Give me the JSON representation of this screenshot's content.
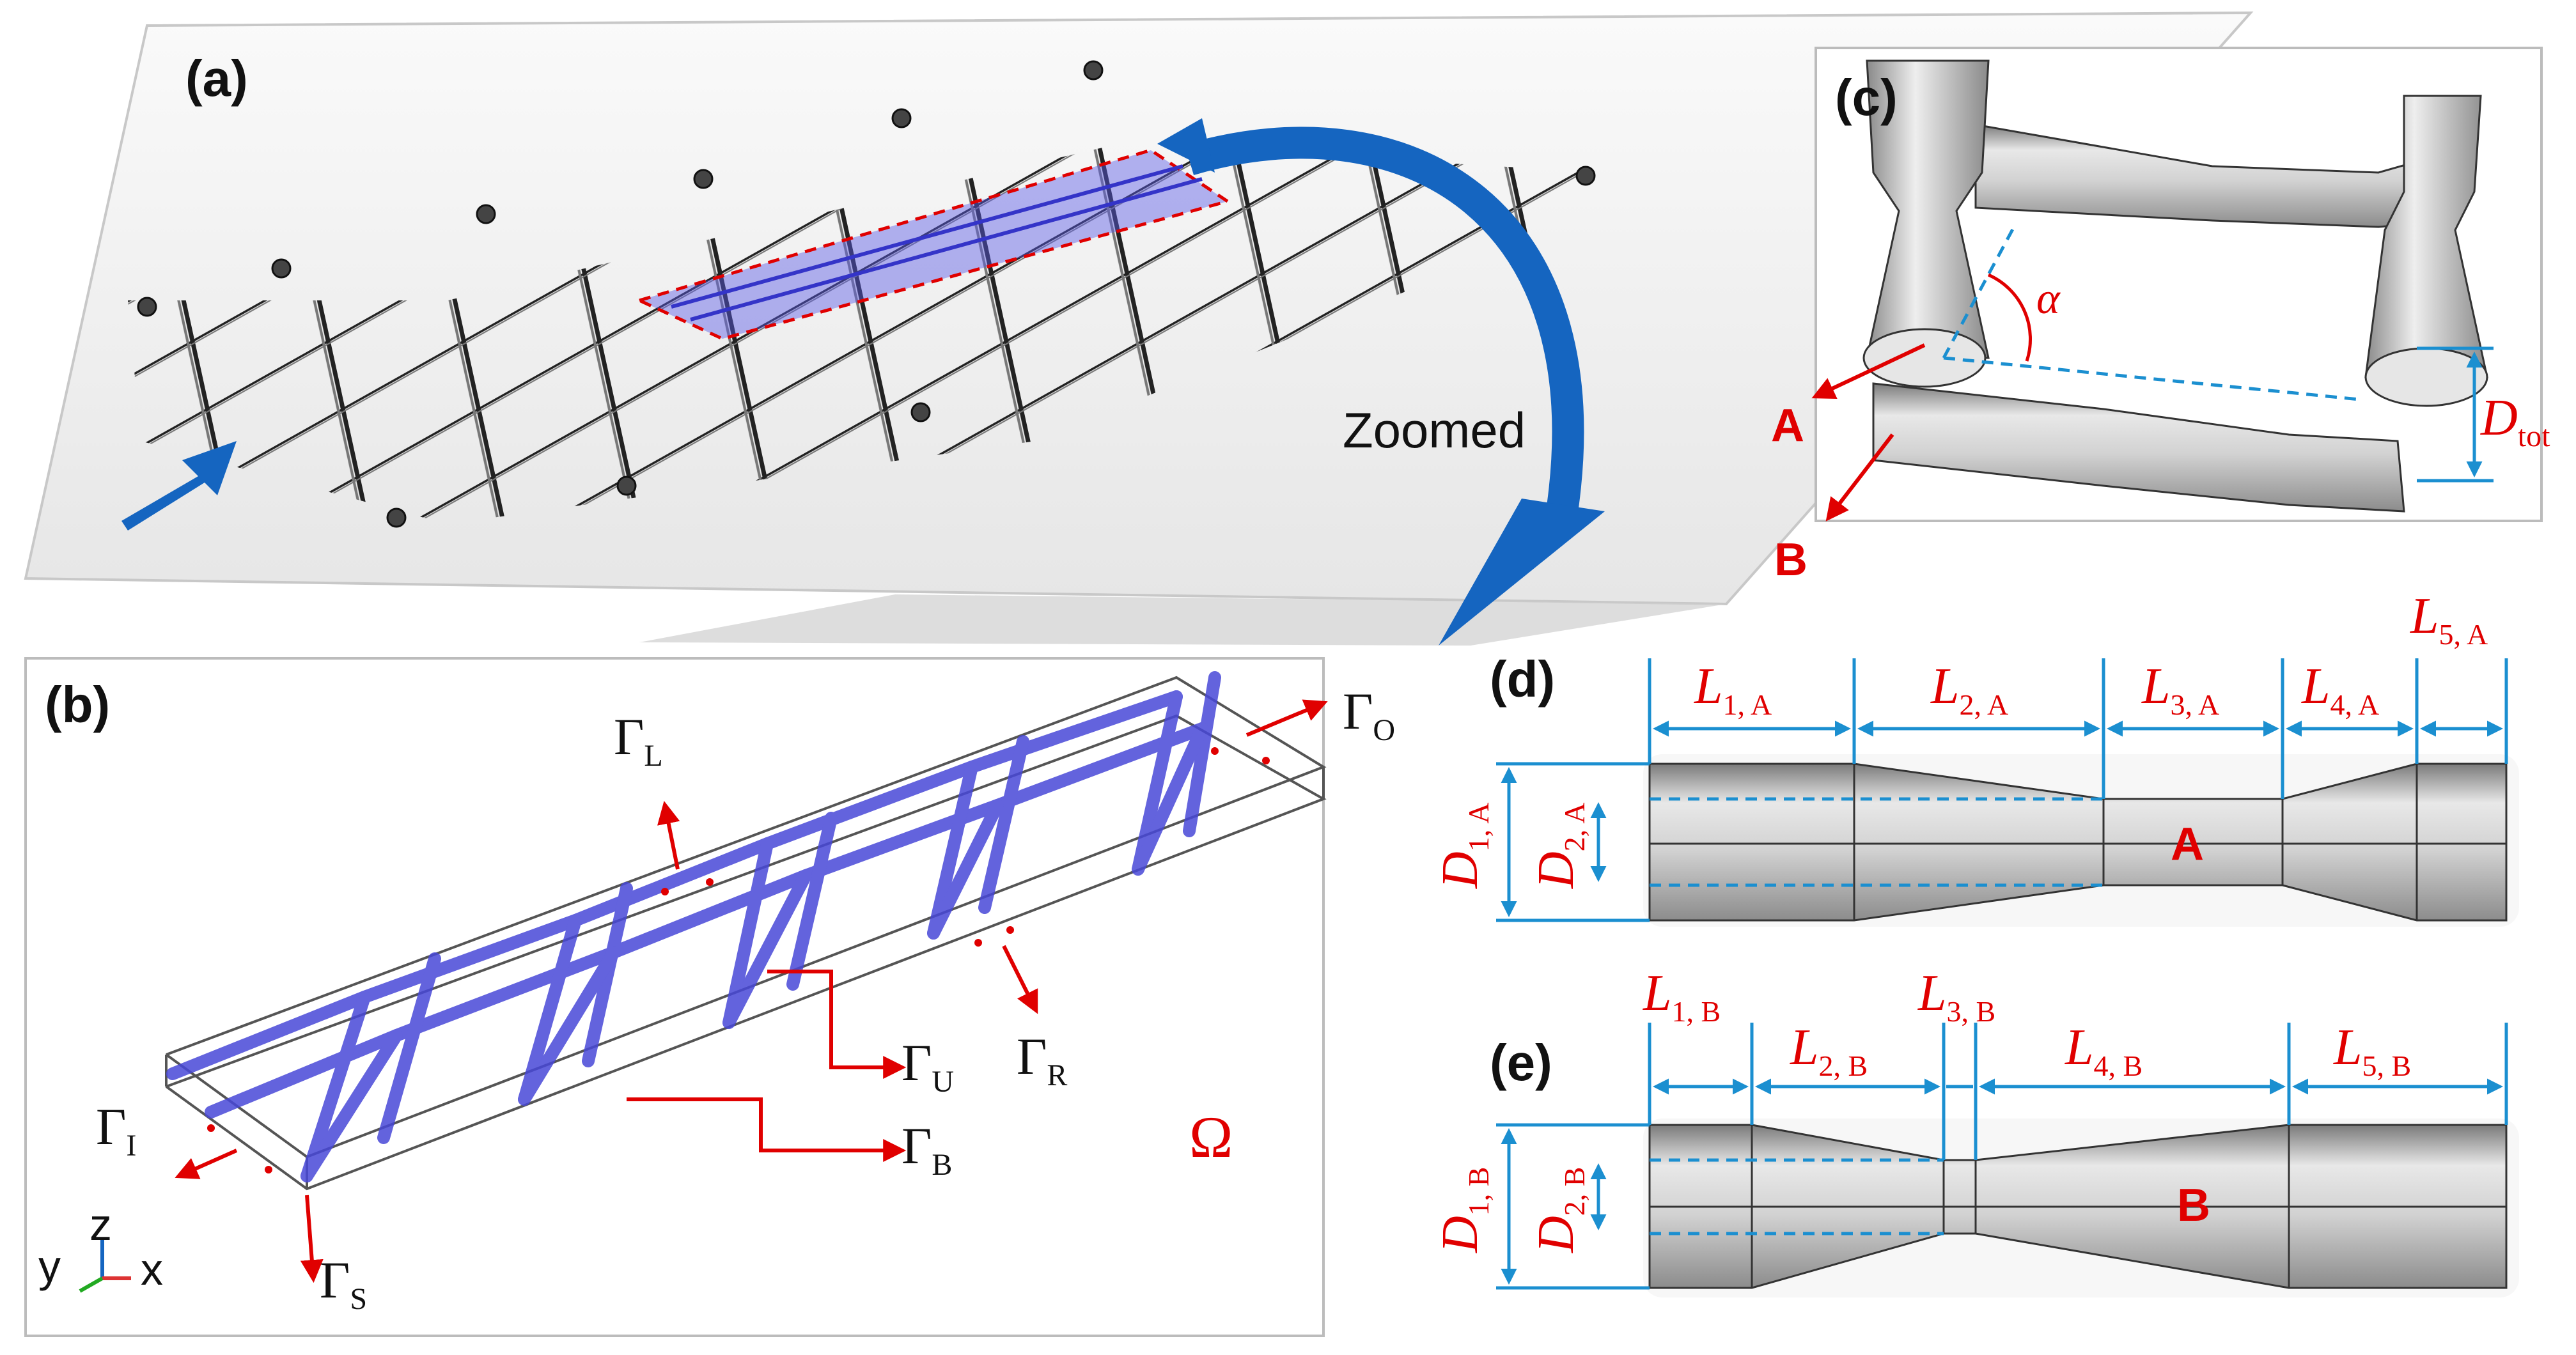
{
  "panel_a": {
    "label": "(a)",
    "zoom_text": "Zoomed"
  },
  "panel_b": {
    "label": "(b)",
    "gamma_L": "Γ",
    "sub_L": "L",
    "gamma_O": "Γ",
    "sub_O": "O",
    "gamma_U": "Γ",
    "sub_U": "U",
    "gamma_R": "Γ",
    "sub_R": "R",
    "gamma_B": "Γ",
    "sub_B": "B",
    "gamma_I": "Γ",
    "sub_I": "I",
    "gamma_S": "Γ",
    "sub_S": "S",
    "omega": "Ω",
    "axis_y": "y",
    "axis_z": "z",
    "axis_x": "x"
  },
  "panel_c": {
    "label": "(c)",
    "alpha": "α",
    "A": "A",
    "B": "B",
    "D": "D",
    "D_sub": "tot"
  },
  "panel_d": {
    "label": "(d)",
    "L1": "L",
    "L1_sub": "1, A",
    "L2": "L",
    "L2_sub": "2, A",
    "L3": "L",
    "L3_sub": "3, A",
    "L4": "L",
    "L4_sub": "4, A",
    "L5": "L",
    "L5_sub": "5, A",
    "D1": "D",
    "D1_sub": "1, A",
    "D2": "D",
    "D2_sub": "2, A",
    "center": "A"
  },
  "panel_e": {
    "label": "(e)",
    "L1": "L",
    "L1_sub": "1, B",
    "L2": "L",
    "L2_sub": "2, B",
    "L3": "L",
    "L3_sub": "3, B",
    "L4": "L",
    "L4_sub": "4, B",
    "L5": "L",
    "L5_sub": "5, B",
    "D1": "D",
    "D1_sub": "1, B",
    "D2": "D",
    "D2_sub": "2, B",
    "center": "B"
  },
  "colors": {
    "red": "#e00000",
    "blue_dim": "#1b8fd0",
    "arrow_blue": "#1565c0",
    "lattice_blue": "#5a5ae6"
  }
}
